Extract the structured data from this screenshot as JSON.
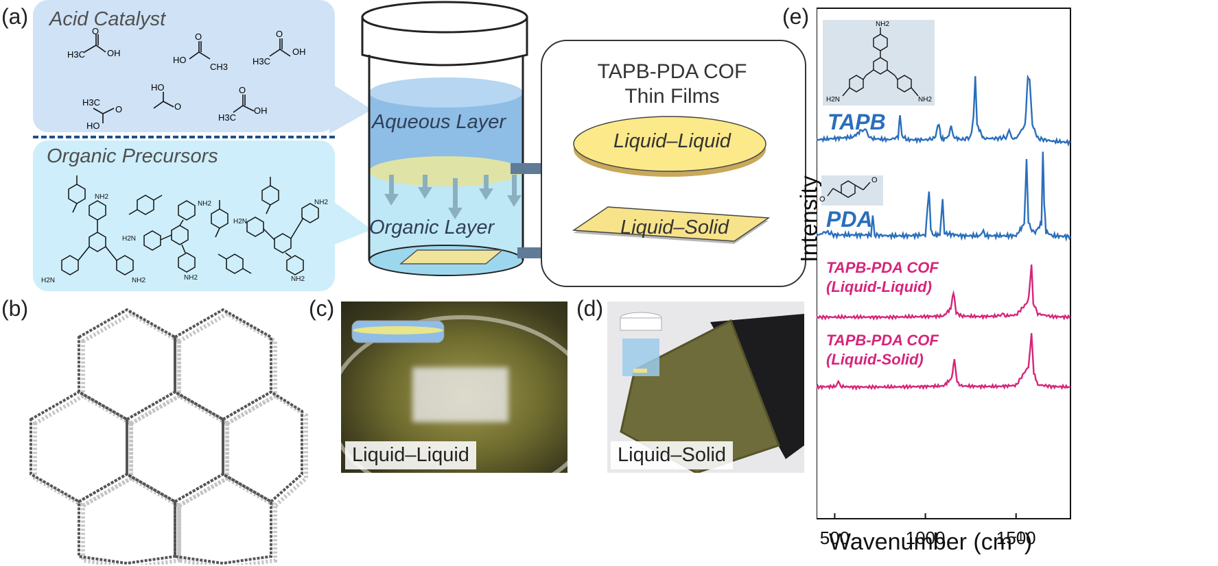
{
  "panels": {
    "a": "(a)",
    "b": "(b)",
    "c": "(c)",
    "d": "(d)",
    "e": "(e)"
  },
  "panel_a": {
    "acid_title": "Acid Catalyst",
    "organic_title": "Organic Precursors",
    "aqueous_layer": "Aqueous Layer",
    "organic_layer": "Organic Layer",
    "films_title_line1": "TAPB-PDA COF",
    "films_title_line2": "Thin Films",
    "film_ll": "Liquid–Liquid",
    "film_ls": "Liquid–Solid",
    "acid_molecules": [
      {
        "a": "H3C",
        "b": "OH"
      },
      {
        "a": "HO",
        "b": "CH3"
      },
      {
        "a": "H3C",
        "b": "OH"
      },
      {
        "a": "H3C",
        "b": "HO"
      },
      {
        "a": "HO",
        "b": "O"
      },
      {
        "a": "H3C",
        "b": "OH"
      }
    ],
    "amine_label": "NH2",
    "amine_label_left": "H2N"
  },
  "panel_c": {
    "label": "Liquid–Liquid"
  },
  "panel_d": {
    "label": "Liquid–Solid"
  },
  "chart_data": {
    "type": "line",
    "xlabel": "Wavenumber (cm-1)",
    "ylabel": "Intensity",
    "xlim": [
      400,
      1800
    ],
    "xticks": [
      500,
      1000,
      1500
    ],
    "yticks_shown": false,
    "series": [
      {
        "name": "TAPB",
        "color": "#2a6ebb",
        "offset": 3,
        "x": [
          400,
          500,
          600,
          640,
          660,
          680,
          700,
          800,
          850,
          860,
          870,
          900,
          1000,
          1050,
          1075,
          1085,
          1100,
          1130,
          1142,
          1155,
          1200,
          1250,
          1265,
          1275,
          1285,
          1320,
          1400,
          1450,
          1462,
          1475,
          1500,
          1550,
          1565,
          1575,
          1590,
          1620,
          1700,
          1800
        ],
        "y": [
          0.08,
          0.1,
          0.12,
          0.2,
          0.24,
          0.18,
          0.1,
          0.08,
          0.12,
          0.46,
          0.14,
          0.08,
          0.08,
          0.1,
          0.32,
          0.12,
          0.08,
          0.14,
          0.3,
          0.12,
          0.08,
          0.12,
          0.4,
          1.0,
          0.3,
          0.1,
          0.1,
          0.12,
          0.24,
          0.1,
          0.1,
          0.3,
          1.0,
          0.95,
          0.3,
          0.1,
          0.06,
          0.04
        ]
      },
      {
        "name": "PDA",
        "color": "#2a6ebb",
        "offset": 2,
        "x": [
          400,
          450,
          500,
          600,
          700,
          710,
          720,
          800,
          900,
          1000,
          1020,
          1030,
          1040,
          1080,
          1095,
          1105,
          1200,
          1300,
          1320,
          1330,
          1400,
          1500,
          1545,
          1558,
          1568,
          1600,
          1640,
          1648,
          1655,
          1665,
          1700,
          1800
        ],
        "y": [
          0.05,
          0.1,
          0.06,
          0.06,
          0.06,
          0.3,
          0.06,
          0.05,
          0.05,
          0.06,
          0.6,
          0.14,
          0.06,
          0.06,
          0.5,
          0.08,
          0.05,
          0.05,
          0.12,
          0.05,
          0.05,
          0.05,
          0.2,
          1.0,
          0.2,
          0.08,
          0.2,
          1.1,
          0.45,
          0.1,
          0.05,
          0.04
        ]
      },
      {
        "name": "TAPB-PDA COF (Liquid-Liquid)",
        "color": "#d6247a",
        "offset": 1,
        "x": [
          400,
          600,
          800,
          1000,
          1100,
          1140,
          1155,
          1170,
          1200,
          1300,
          1400,
          1420,
          1440,
          1500,
          1560,
          1570,
          1585,
          1595,
          1620,
          1700,
          1800
        ],
        "y": [
          0.04,
          0.04,
          0.04,
          0.05,
          0.06,
          0.2,
          0.5,
          0.12,
          0.06,
          0.05,
          0.06,
          0.1,
          0.06,
          0.08,
          0.3,
          0.4,
          1.0,
          0.3,
          0.1,
          0.05,
          0.04
        ]
      },
      {
        "name": "TAPB-PDA COF (Liquid-Solid)",
        "color": "#d6247a",
        "offset": 0,
        "x": [
          400,
          500,
          520,
          540,
          600,
          800,
          1000,
          1100,
          1145,
          1160,
          1175,
          1200,
          1300,
          1400,
          1500,
          1555,
          1568,
          1585,
          1598,
          1620,
          1700,
          1800
        ],
        "y": [
          0.04,
          0.05,
          0.12,
          0.05,
          0.04,
          0.04,
          0.05,
          0.06,
          0.2,
          0.55,
          0.12,
          0.06,
          0.05,
          0.05,
          0.07,
          0.35,
          0.4,
          1.0,
          0.3,
          0.08,
          0.05,
          0.04
        ]
      }
    ],
    "series_labels": {
      "tapb": "TAPB",
      "pda": "PDA",
      "cof_ll_1": "TAPB-PDA COF",
      "cof_ll_2": "(Liquid-Liquid)",
      "cof_ls_1": "TAPB-PDA COF",
      "cof_ls_2": "(Liquid-Solid)"
    },
    "inset_tapb_labels": {
      "top": "NH2",
      "left": "H2N",
      "right": "NH2"
    }
  }
}
